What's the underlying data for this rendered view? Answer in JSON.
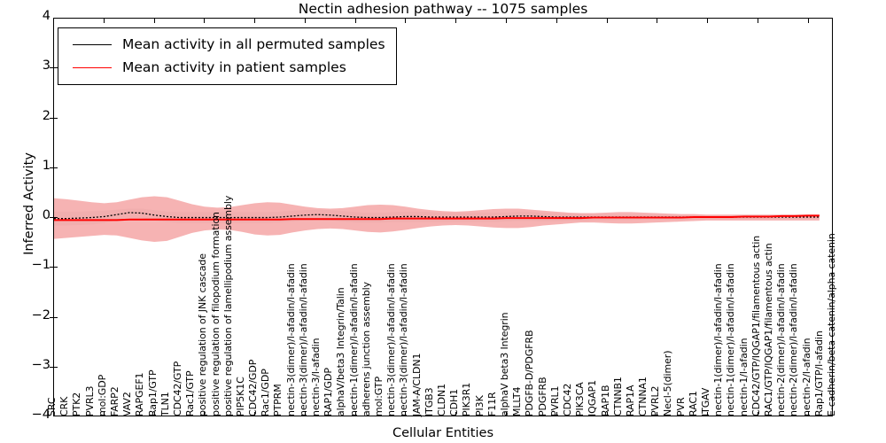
{
  "chart_data": {
    "type": "line",
    "title": "Nectin adhesion pathway -- 1075 samples",
    "xlabel": "Cellular Entities",
    "ylabel": "Inferred Activity",
    "ylim": [
      -4,
      4
    ],
    "yticks": [
      -4,
      -3,
      -2,
      -1,
      0,
      1,
      2,
      3,
      4
    ],
    "grid": false,
    "legend_position": "upper-left",
    "legend": [
      {
        "label": "Mean activity in all permuted samples",
        "color": "#000000"
      },
      {
        "label": "Mean activity in patient samples",
        "color": "#ff0000"
      }
    ],
    "categories": [
      "SRC",
      "CRK",
      "PTK2",
      "PVRL3",
      "mol:GDP",
      "FARP2",
      "VAV2",
      "RAPGEF1",
      "Rap1/GTP",
      "TLN1",
      "CDC42/GTP",
      "Rac1/GTP",
      "positive regulation of JNK cascade",
      "positive regulation of filopodium formation",
      "positive regulation of lamellipodium assembly",
      "PIP5K1C",
      "CDC42/GDP",
      "Rac1/GDP",
      "PTPRM",
      "nectin-3(dimer)/l-afadin/l-afadin",
      "nectin-3(dimer)/l-afadin/l-afadin",
      "nectin-3/l-afadin",
      "RAP1/GDP",
      "alphaV/beta3 Integrin/Talin",
      "nectin-1(dimer)/l-afadin/l-afadin",
      "adherens junction assembly",
      "mol:GTP",
      "nectin-3(dimer)/l-afadin/l-afadin",
      "nectin-3(dimer)/l-afadin/l-afadin",
      "JAM-A/CLDN1",
      "ITGB3",
      "CLDN1",
      "CDH1",
      "PIK3R1",
      "PI3K",
      "F11R",
      "alphaV beta3 Integrin",
      "MLLT4",
      "PDGFB-D/PDGFRB",
      "PDGFRB",
      "PVRL1",
      "CDC42",
      "PIK3CA",
      "IQGAP1",
      "RAP1B",
      "CTNNB1",
      "RAP1A",
      "CTNNA1",
      "PVRL2",
      "Necl-5(dimer)",
      "PVR",
      "RAC1",
      "ITGAV",
      "nectin-1(dimer)/l-afadin/l-afadin",
      "nectin-1(dimer)/l-afadin/l-afadin",
      "nectin-1/l-afadin",
      "CDC42/GTP/IQGAP1/filamentous actin",
      "RAC1/GTP/IQGAP1/filamentous actin",
      "nectin-2(dimer)/l-afadin/l-afadin",
      "nectin-2(dimer)/l-afadin/l-afadin",
      "nectin-2/l-afadin",
      "Rap1/GTP/l-afadin",
      "E-cadherin/beta catenin/alpha catenin"
    ],
    "series": [
      {
        "name": "Mean activity in all permuted samples",
        "color": "#000000",
        "style": "dotted",
        "values": [
          -0.03,
          -0.03,
          -0.02,
          -0.01,
          0.01,
          0.05,
          0.09,
          0.08,
          0.04,
          0.01,
          -0.01,
          -0.01,
          -0.01,
          -0.01,
          -0.01,
          -0.01,
          -0.01,
          -0.01,
          0.0,
          0.02,
          0.04,
          0.05,
          0.04,
          0.02,
          0.0,
          -0.01,
          -0.01,
          0.0,
          0.01,
          0.01,
          0.0,
          0.0,
          0.0,
          0.0,
          0.0,
          0.0,
          0.01,
          0.02,
          0.02,
          0.01,
          0.0,
          0.0,
          0.0,
          0.0,
          0.0,
          0.0,
          0.0,
          0.0,
          0.0,
          0.0,
          0.0,
          0.0,
          0.0,
          0.0,
          0.0,
          0.0,
          0.0,
          0.0,
          0.0,
          0.0,
          0.0,
          0.0
        ],
        "ci_upper": [
          0.11,
          0.11,
          0.11,
          0.12,
          0.13,
          0.15,
          0.17,
          0.17,
          0.14,
          0.11,
          0.1,
          0.1,
          0.1,
          0.1,
          0.1,
          0.1,
          0.1,
          0.1,
          0.11,
          0.13,
          0.14,
          0.15,
          0.14,
          0.12,
          0.1,
          0.09,
          0.09,
          0.1,
          0.11,
          0.11,
          0.1,
          0.09,
          0.09,
          0.09,
          0.09,
          0.09,
          0.09,
          0.1,
          0.1,
          0.09,
          0.08,
          0.07,
          0.07,
          0.06,
          0.06,
          0.05,
          0.05,
          0.05,
          0.05,
          0.04,
          0.04,
          0.04,
          0.04,
          0.04,
          0.04,
          0.04,
          0.04,
          0.04,
          0.04,
          0.04,
          0.04,
          0.04
        ],
        "ci_lower": [
          -0.17,
          -0.17,
          -0.16,
          -0.15,
          -0.12,
          -0.06,
          -0.01,
          -0.02,
          -0.07,
          -0.1,
          -0.12,
          -0.12,
          -0.12,
          -0.12,
          -0.12,
          -0.12,
          -0.12,
          -0.12,
          -0.11,
          -0.09,
          -0.07,
          -0.06,
          -0.07,
          -0.09,
          -0.11,
          -0.11,
          -0.11,
          -0.1,
          -0.1,
          -0.1,
          -0.1,
          -0.1,
          -0.1,
          -0.1,
          -0.1,
          -0.1,
          -0.09,
          -0.08,
          -0.08,
          -0.09,
          -0.09,
          -0.08,
          -0.08,
          -0.07,
          -0.07,
          -0.06,
          -0.06,
          -0.05,
          -0.05,
          -0.05,
          -0.05,
          -0.05,
          -0.05,
          -0.05,
          -0.05,
          -0.04,
          -0.04,
          -0.04,
          -0.04,
          -0.04,
          -0.04,
          -0.04
        ]
      },
      {
        "name": "Mean activity in patient samples",
        "color": "#ff0000",
        "style": "solid",
        "values": [
          -0.06,
          -0.06,
          -0.06,
          -0.06,
          -0.06,
          -0.06,
          -0.05,
          -0.05,
          -0.05,
          -0.05,
          -0.05,
          -0.05,
          -0.05,
          -0.05,
          -0.05,
          -0.05,
          -0.05,
          -0.05,
          -0.05,
          -0.04,
          -0.04,
          -0.04,
          -0.04,
          -0.04,
          -0.04,
          -0.04,
          -0.04,
          -0.03,
          -0.03,
          -0.03,
          -0.03,
          -0.03,
          -0.03,
          -0.03,
          -0.03,
          -0.03,
          -0.02,
          -0.02,
          -0.02,
          -0.02,
          -0.02,
          -0.02,
          -0.02,
          -0.01,
          -0.01,
          -0.01,
          -0.01,
          -0.01,
          -0.01,
          -0.01,
          -0.01,
          0.0,
          0.0,
          0.0,
          0.0,
          0.01,
          0.01,
          0.01,
          0.02,
          0.02,
          0.03,
          0.03
        ],
        "ci_upper": [
          0.38,
          0.36,
          0.33,
          0.3,
          0.28,
          0.3,
          0.35,
          0.4,
          0.42,
          0.4,
          0.33,
          0.26,
          0.21,
          0.19,
          0.2,
          0.24,
          0.28,
          0.3,
          0.29,
          0.25,
          0.21,
          0.18,
          0.17,
          0.18,
          0.21,
          0.24,
          0.25,
          0.24,
          0.21,
          0.17,
          0.14,
          0.12,
          0.11,
          0.12,
          0.14,
          0.16,
          0.17,
          0.17,
          0.15,
          0.13,
          0.11,
          0.09,
          0.08,
          0.08,
          0.09,
          0.1,
          0.1,
          0.09,
          0.08,
          0.07,
          0.06,
          0.06,
          0.05,
          0.05,
          0.05,
          0.05,
          0.05,
          0.05,
          0.05,
          0.05,
          0.05,
          0.05
        ],
        "ci_lower": [
          -0.44,
          -0.42,
          -0.4,
          -0.38,
          -0.36,
          -0.37,
          -0.42,
          -0.47,
          -0.5,
          -0.48,
          -0.4,
          -0.32,
          -0.27,
          -0.25,
          -0.26,
          -0.3,
          -0.35,
          -0.37,
          -0.36,
          -0.31,
          -0.27,
          -0.24,
          -0.23,
          -0.24,
          -0.27,
          -0.3,
          -0.31,
          -0.29,
          -0.26,
          -0.22,
          -0.19,
          -0.17,
          -0.16,
          -0.17,
          -0.19,
          -0.21,
          -0.22,
          -0.22,
          -0.2,
          -0.17,
          -0.15,
          -0.13,
          -0.11,
          -0.11,
          -0.12,
          -0.13,
          -0.13,
          -0.12,
          -0.11,
          -0.1,
          -0.09,
          -0.08,
          -0.07,
          -0.07,
          -0.07,
          -0.07,
          -0.07,
          -0.07,
          -0.07,
          -0.07,
          -0.07,
          -0.07
        ]
      }
    ]
  },
  "colors": {
    "permuted_line": "#000000",
    "patient_line": "#ff0000",
    "permuted_band": "#bfbfbf",
    "patient_band": "#f4a6a6",
    "axis": "#000000",
    "background": "#ffffff"
  }
}
